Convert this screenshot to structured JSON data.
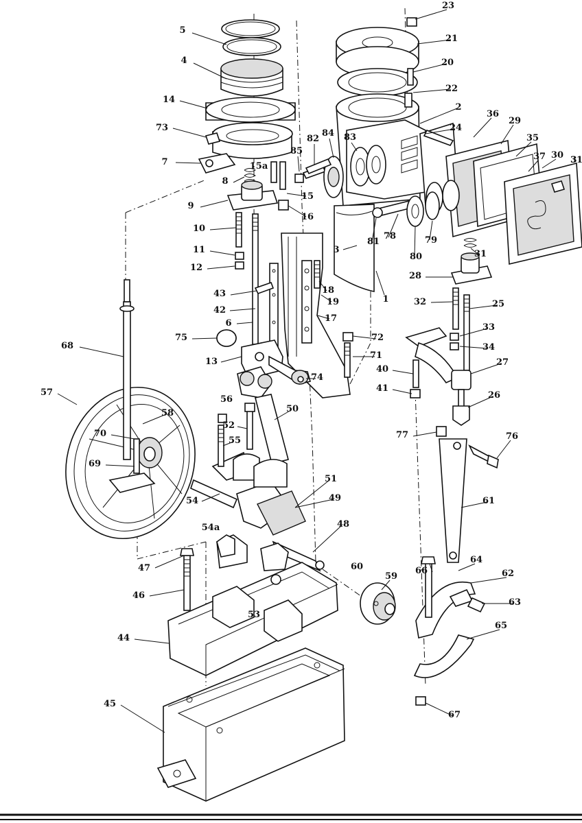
{
  "labels": [
    "1",
    "2",
    "3",
    "3",
    "4",
    "5",
    "6",
    "7",
    "8",
    "9",
    "10",
    "11",
    "12",
    "13",
    "14",
    "15",
    "15a",
    "16",
    "17",
    "18",
    "19",
    "20",
    "21",
    "22",
    "23",
    "24",
    "25",
    "26",
    "27",
    "28",
    "29",
    "30",
    "31",
    "31",
    "32",
    "33",
    "34",
    "35",
    "36",
    "37",
    "40",
    "41",
    "42",
    "43",
    "44",
    "45",
    "46",
    "47",
    "48",
    "49",
    "50",
    "51",
    "52",
    "53",
    "54",
    "54a",
    "55",
    "56",
    "57",
    "58",
    "59",
    "60",
    "61",
    "62",
    "63",
    "64",
    "65",
    "66",
    "67",
    "68",
    "69",
    "70",
    "71",
    "72",
    "73",
    "74",
    "75",
    "76",
    "77",
    "78",
    "79",
    "80",
    "81",
    "82",
    "83",
    "84",
    "85"
  ]
}
